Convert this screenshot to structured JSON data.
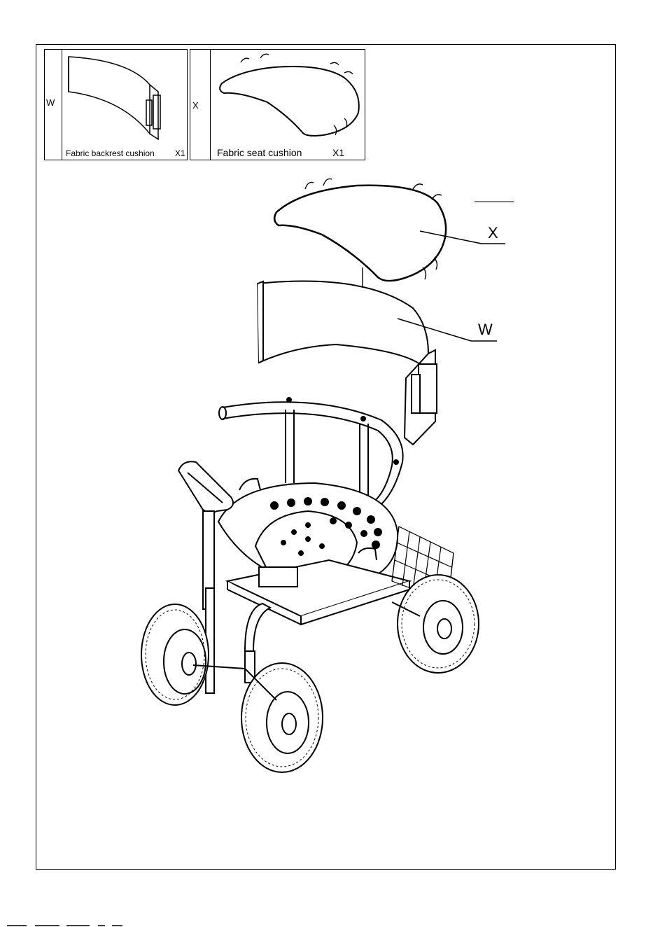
{
  "parts": [
    {
      "letter": "W",
      "name": "Fabric backrest cushion",
      "quantity": "X1"
    },
    {
      "letter": "X",
      "name": "Fabric seat cushion",
      "quantity": "X1"
    }
  ],
  "callouts": {
    "seat": "X",
    "backrest": "W"
  },
  "icons": {
    "backrest": "backrest-cushion-drawing",
    "seat": "seat-cushion-drawing",
    "cart": "garden-scooter-cart-drawing"
  }
}
